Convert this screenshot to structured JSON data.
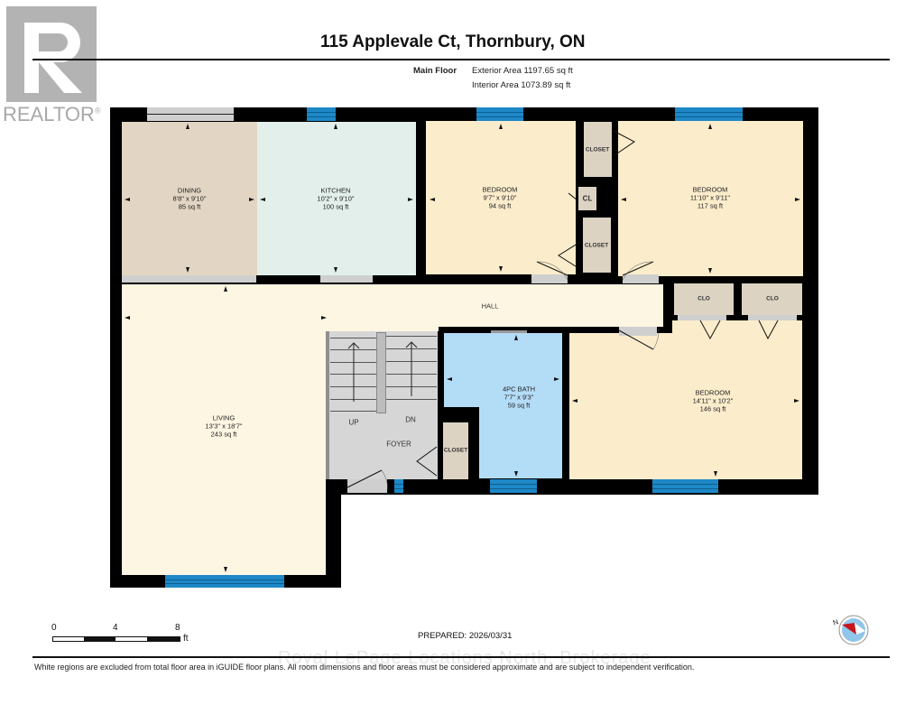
{
  "logo": {
    "text": "REALTOR",
    "mark": "®",
    "icon": "realtor-r-logo"
  },
  "header": {
    "title": "115 Applevale Ct, Thornbury, ON",
    "floor_name": "Main Floor",
    "exterior_area": "Exterior Area 1197.65 sq ft",
    "interior_area": "Interior Area 1073.89 sq ft"
  },
  "rooms": [
    {
      "name": "DINING",
      "dims": "8'8\" x 9'10\"",
      "area": "85 sq ft",
      "color": "#e2d5c3"
    },
    {
      "name": "KITCHEN",
      "dims": "10'2\" x 9'10\"",
      "area": "100 sq ft",
      "color": "#e2efea"
    },
    {
      "name": "BEDROOM",
      "dims": "9'7\" x 9'10\"",
      "area": "94 sq ft",
      "color": "#fbeccb"
    },
    {
      "name": "BEDROOM",
      "dims": "11'10\" x 9'11\"",
      "area": "117 sq ft",
      "color": "#fbeccb"
    },
    {
      "name": "LIVING",
      "dims": "13'3\" x 18'7\"",
      "area": "243 sq ft",
      "color": "#fdf6e3"
    },
    {
      "name": "4PC BATH",
      "dims": "7'7\" x 9'3\"",
      "area": "59 sq ft",
      "color": "#b3dcf7"
    },
    {
      "name": "BEDROOM",
      "dims": "14'11\" x 10'2\"",
      "area": "146 sq ft",
      "color": "#fbeccb"
    }
  ],
  "labels": {
    "hall": "HALL",
    "foyer": "FOYER",
    "up": "UP",
    "dn": "DN",
    "closet": "CLOSET",
    "cl": "CL",
    "clo": "CLO"
  },
  "scale": {
    "ticks": [
      "0",
      "4",
      "8"
    ],
    "unit": "ft"
  },
  "prepared": "PREPARED: 2026/03/31",
  "compass": {
    "label": "N",
    "icon": "compass-icon"
  },
  "watermark": "Royal LePage Locations North, Brokerage",
  "disclaimer": "White regions are excluded from total floor area in iGUIDE floor plans. All room dimensions and floor areas must be considered approximate and are subject to independent verification.",
  "colors": {
    "wall": "#000000",
    "window": "#1e88c7",
    "closet": "#dcd3c3",
    "foyer": "#d6d6d6"
  }
}
